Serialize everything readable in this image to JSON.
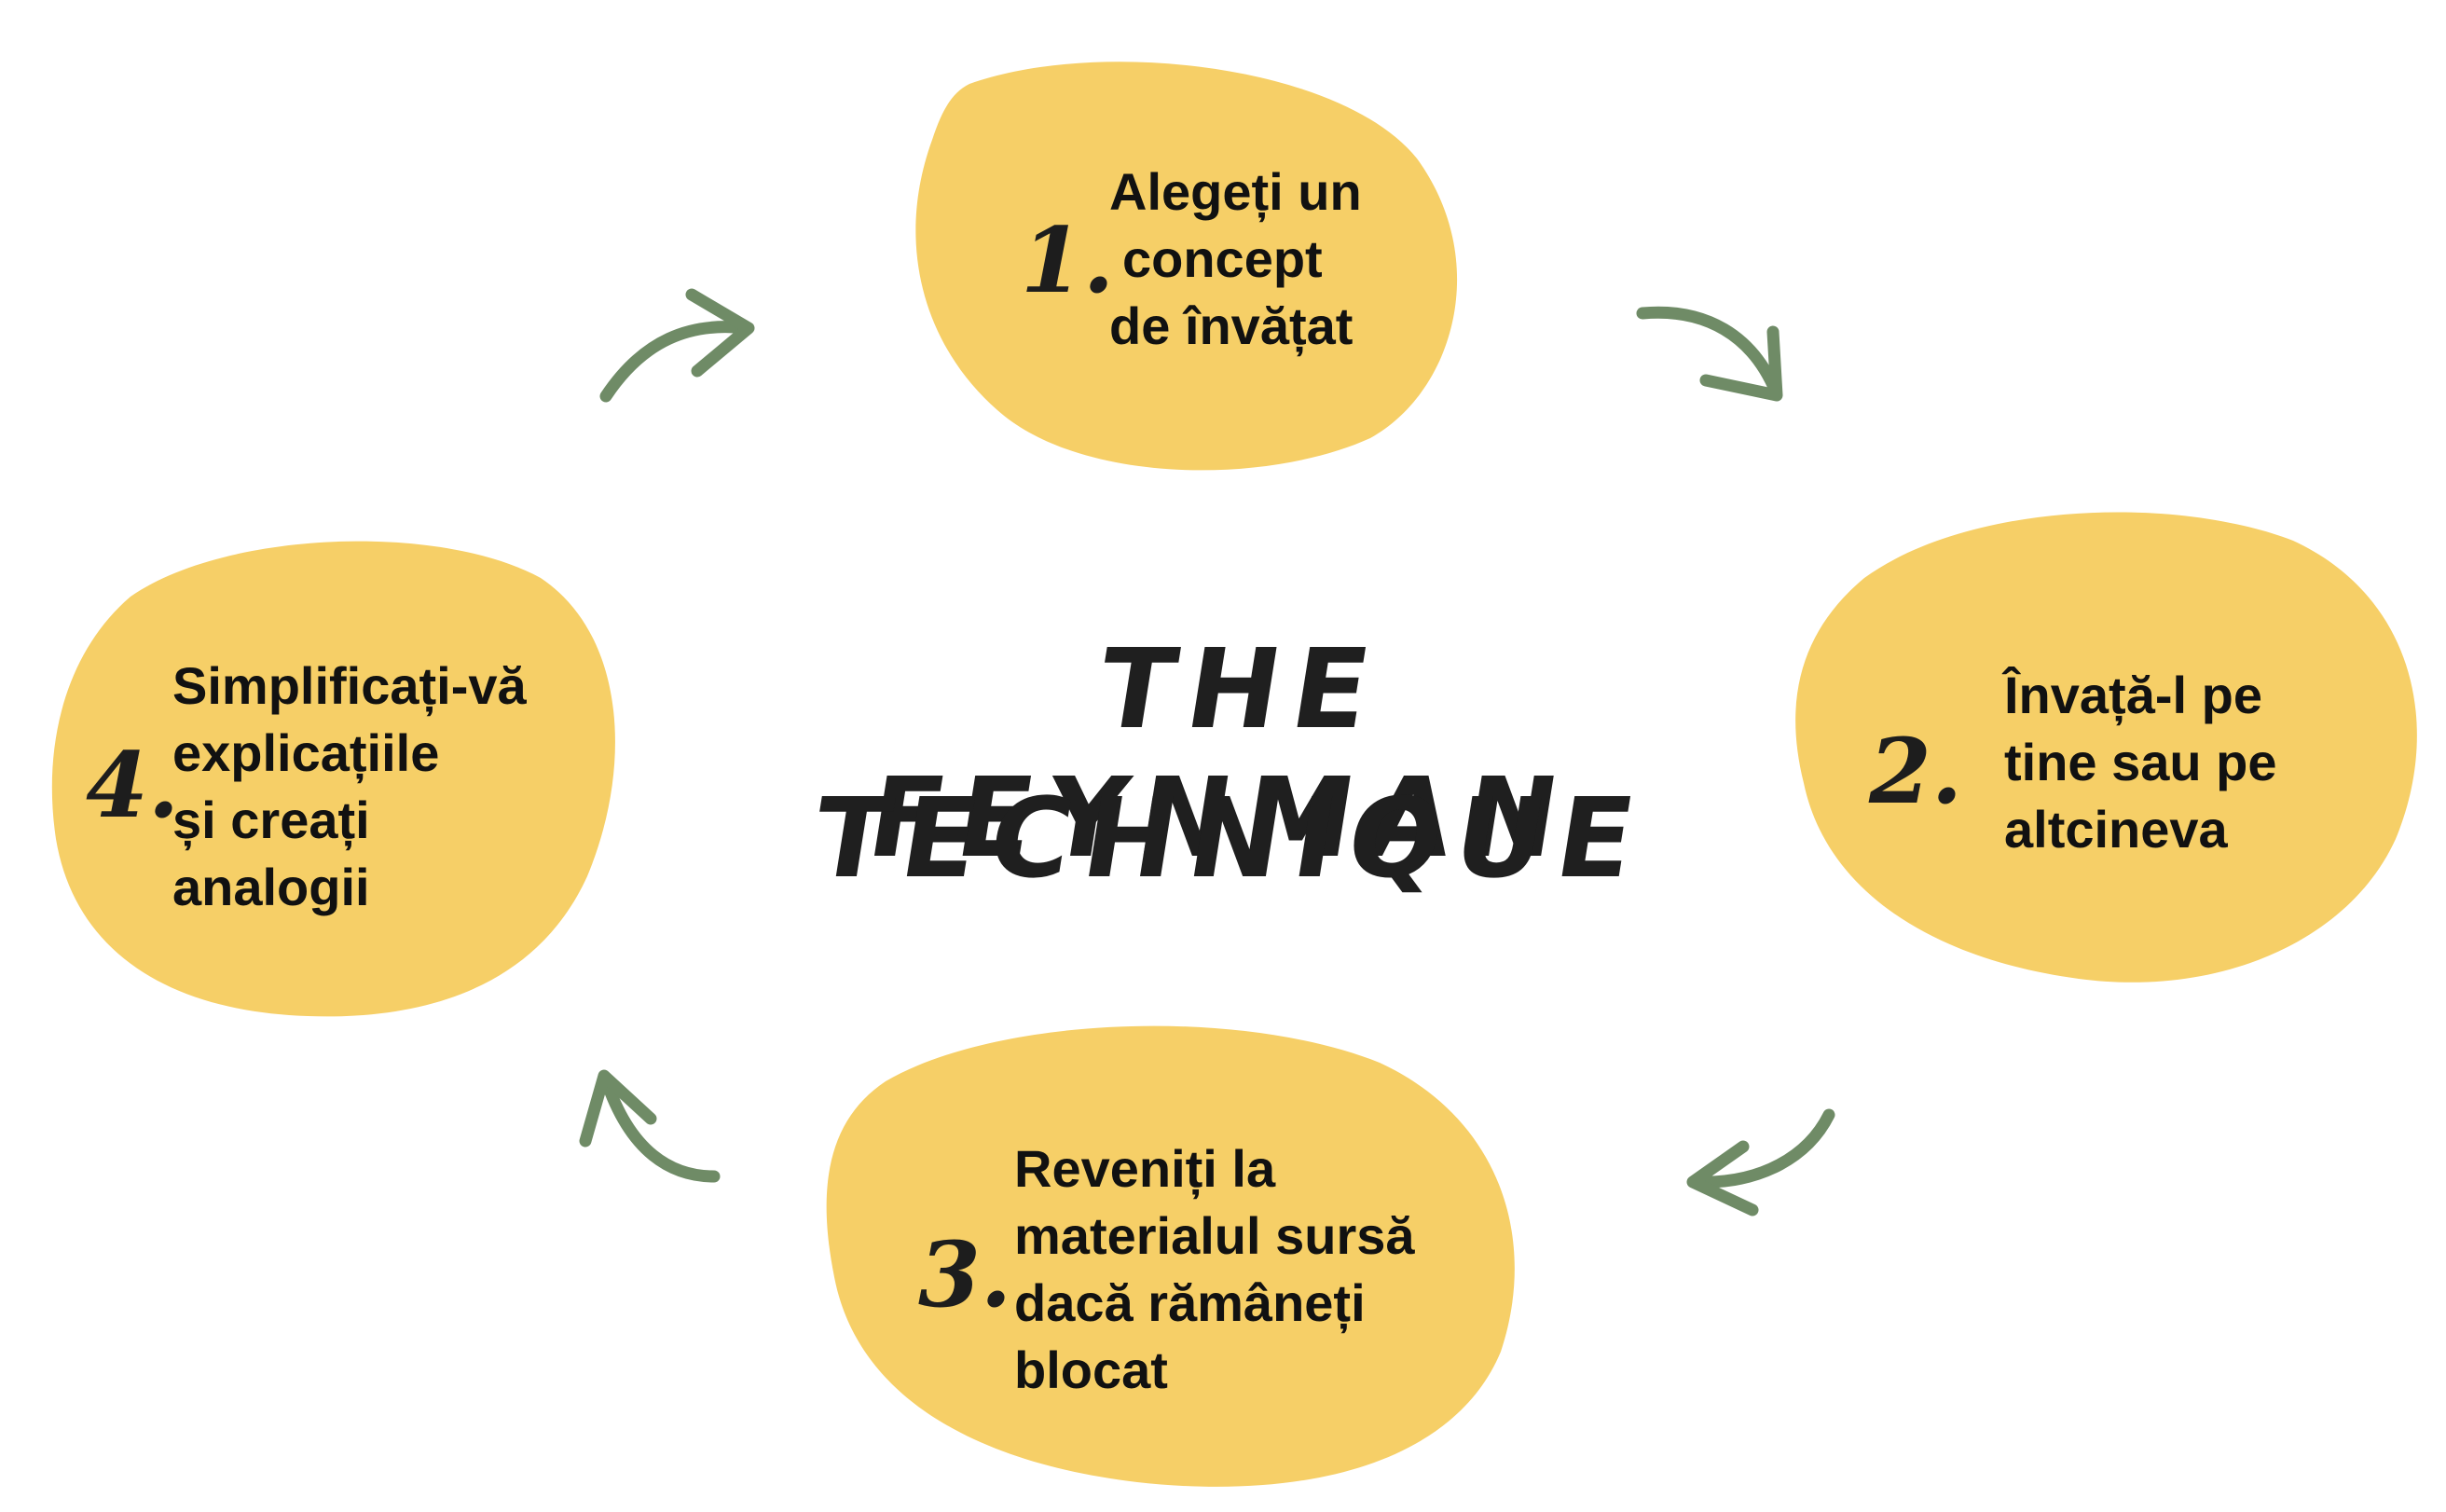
{
  "title": {
    "line1": "THE FEYNMAN",
    "line2": "TECHNIQUE"
  },
  "colors": {
    "blob": "#f6cf67",
    "arrow": "#6f8b66",
    "text": "#111111"
  },
  "steps": [
    {
      "number": "1.",
      "lines": [
        "Alegeți un",
        "concept",
        "de învățat"
      ]
    },
    {
      "number": "2.",
      "lines": [
        "Învață-l pe",
        "tine sau pe",
        "altcineva"
      ]
    },
    {
      "number": "3.",
      "lines": [
        "Reveniți la",
        "materialul sursă",
        "dacă rămâneți",
        "blocat"
      ]
    },
    {
      "number": "4.",
      "lines": [
        "Simplificați-vă",
        "explicațiile",
        "și creați",
        "analogii"
      ]
    }
  ],
  "arrows": [
    {
      "name": "arrow-step4-to-step1",
      "direction": "up-right"
    },
    {
      "name": "arrow-step1-to-step2",
      "direction": "down-right"
    },
    {
      "name": "arrow-step2-to-step3",
      "direction": "down-left"
    },
    {
      "name": "arrow-step3-to-step4",
      "direction": "up-left"
    }
  ]
}
